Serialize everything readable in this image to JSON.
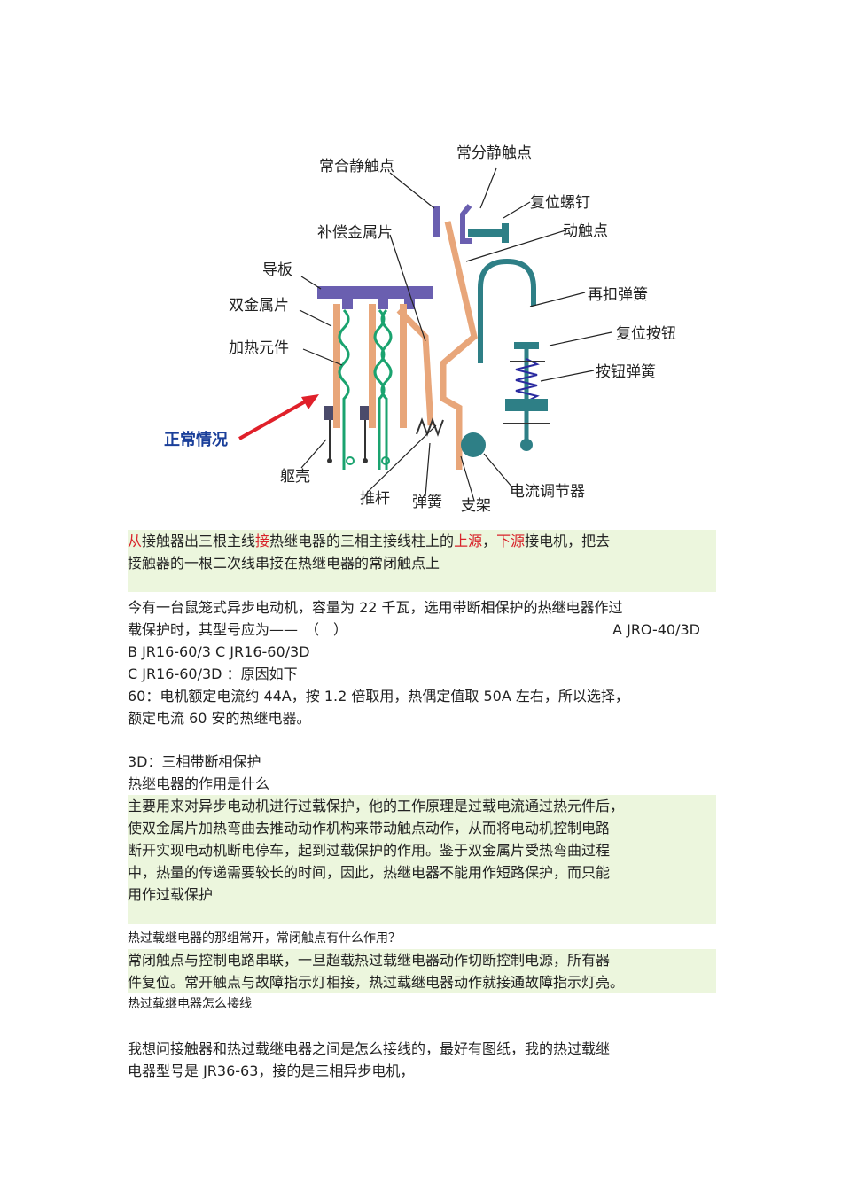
{
  "figure": {
    "labels": {
      "nc_static_contact": "常合静触点",
      "no_static_contact": "常分静触点",
      "reset_screw": "复位螺钉",
      "moving_contact": "动触点",
      "compensation_metal": "补偿金属片",
      "guide_plate": "导板",
      "bimetal": "双金属片",
      "heating_element": "加热元件",
      "rebuckle_spring": "再扣弹簧",
      "reset_button": "复位按钮",
      "button_spring": "按钮弹簧",
      "normal_state": "正常情况",
      "housing": "躯壳",
      "push_rod": "推杆",
      "spring": "弹簧",
      "bracket": "支架",
      "current_regulator": "电流调节器"
    },
    "colors": {
      "bimetal": "#e8a67a",
      "coil": "#1aa36f",
      "guide": "#6a5fb0",
      "teal": "#2e7f86",
      "arrow_red": "#e0202a",
      "label_blue": "#1a3f9a"
    }
  },
  "para1": {
    "r1": "从",
    "t1": "接触器出三根主线",
    "r2": "接",
    "t2": "热继电器的三相主接线柱上的",
    "r3": "上源",
    "t3": "，",
    "r4": "下源",
    "t4": "接电机，把去",
    "line2": "接触器的一根二次线串接在热继电器的常闭触点上"
  },
  "question1": {
    "line1": "今有一台鼠笼式异步电动机，容量为 22 千瓦，选用带断相保护的热继电器作过",
    "line2_left": "载保护时，其型号应为——　（　）",
    "line2_right": "A  JRO-40/3D",
    "line3": "B  JR16-60/3        C  JR16-60/3D",
    "line4": "C  JR16-60/3D ：原因如下",
    "line5": "60：电机额定电流约 44A，按 1.2 倍取用，热偶定值取 50A 左右，所以选择，",
    "line6": "额定电流 60 安的热继电器。"
  },
  "section2": {
    "line1": "3D：三相带断相保护",
    "line2": "热继电器的作用是什么",
    "p1": "主要用来对异步电动机进行过载保护，他的工作原理是过载电流通过热元件后，",
    "p2": "使双金属片加热弯曲去推动动作机构来带动触点动作，从而将电动机控制电路",
    "p3": "断开实现电动机断电停车，起到过载保护的作用。鉴于双金属片受热弯曲过程",
    "p4": "中，热量的传递需要较长的时间，因此，热继电器不能用作短路保护，而只能",
    "p5": "用作过载保护"
  },
  "section3": {
    "question": "热过载继电器的那组常开，常闭触点有什么作用？",
    "a1": "常闭触点与控制电路串联，一旦超载热过载继电器动作切断控制电源，所有器",
    "a2": "件复位。常开触点与故障指示灯相接，热过载继电器动作就接通故障指示灯亮。",
    "heading": "热过载继电器怎么接线"
  },
  "section4": {
    "l1": "我想问接触器和热过载继电器之间是怎么接线的，最好有图纸，我的热过载继",
    "l2": "电器型号是 JR36-63，接的是三相异步电机，"
  }
}
